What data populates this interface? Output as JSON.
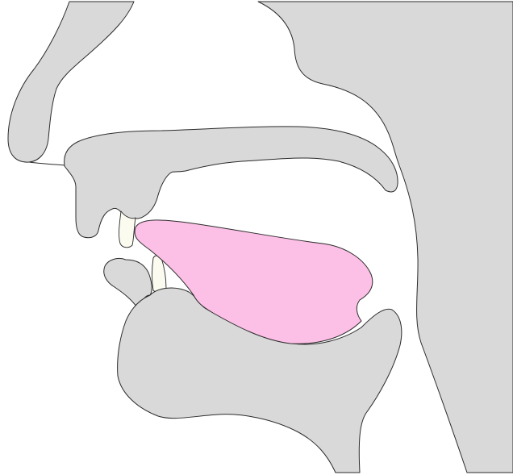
{
  "diagram": {
    "subject": "sagittal-section-vocal-tract",
    "colors": {
      "background": "#ffffff",
      "tissue": "#d9d9d9",
      "tongue": "#fcbfe6",
      "teeth": "#fbfbf0",
      "outline": "#2b2b2b"
    },
    "parts": [
      "nose",
      "upper-lip",
      "hard-palate",
      "upper-incisor",
      "lower-incisor",
      "lower-lip",
      "tongue",
      "lower-jaw",
      "pharynx-wall",
      "nasal-cavity"
    ]
  }
}
